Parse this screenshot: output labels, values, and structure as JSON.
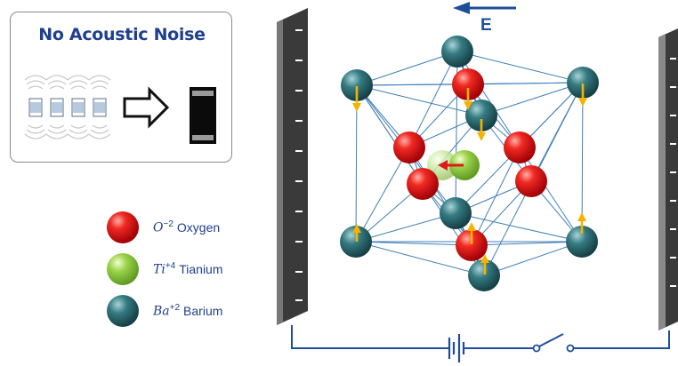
{
  "panel": {
    "title": "No Acoustic Noise"
  },
  "field_label": "E",
  "legend": [
    {
      "symbol": "O",
      "charge": "−2",
      "name": "Oxygen",
      "color": "#e3141c"
    },
    {
      "symbol": "Ti",
      "charge": "+4",
      "name": "Tianium",
      "color": "#8cc83c"
    },
    {
      "symbol": "Ba",
      "charge": "+2",
      "name": "Barium",
      "color": "#2f6e75"
    }
  ],
  "colors": {
    "title_blue": "#1f3f8f",
    "wire": "#1f4e99",
    "lattice_line": "#3f7fb8",
    "arrow_yellow": "#f5b300",
    "arrow_red": "#e01818",
    "plate": "#3c3c3c"
  }
}
